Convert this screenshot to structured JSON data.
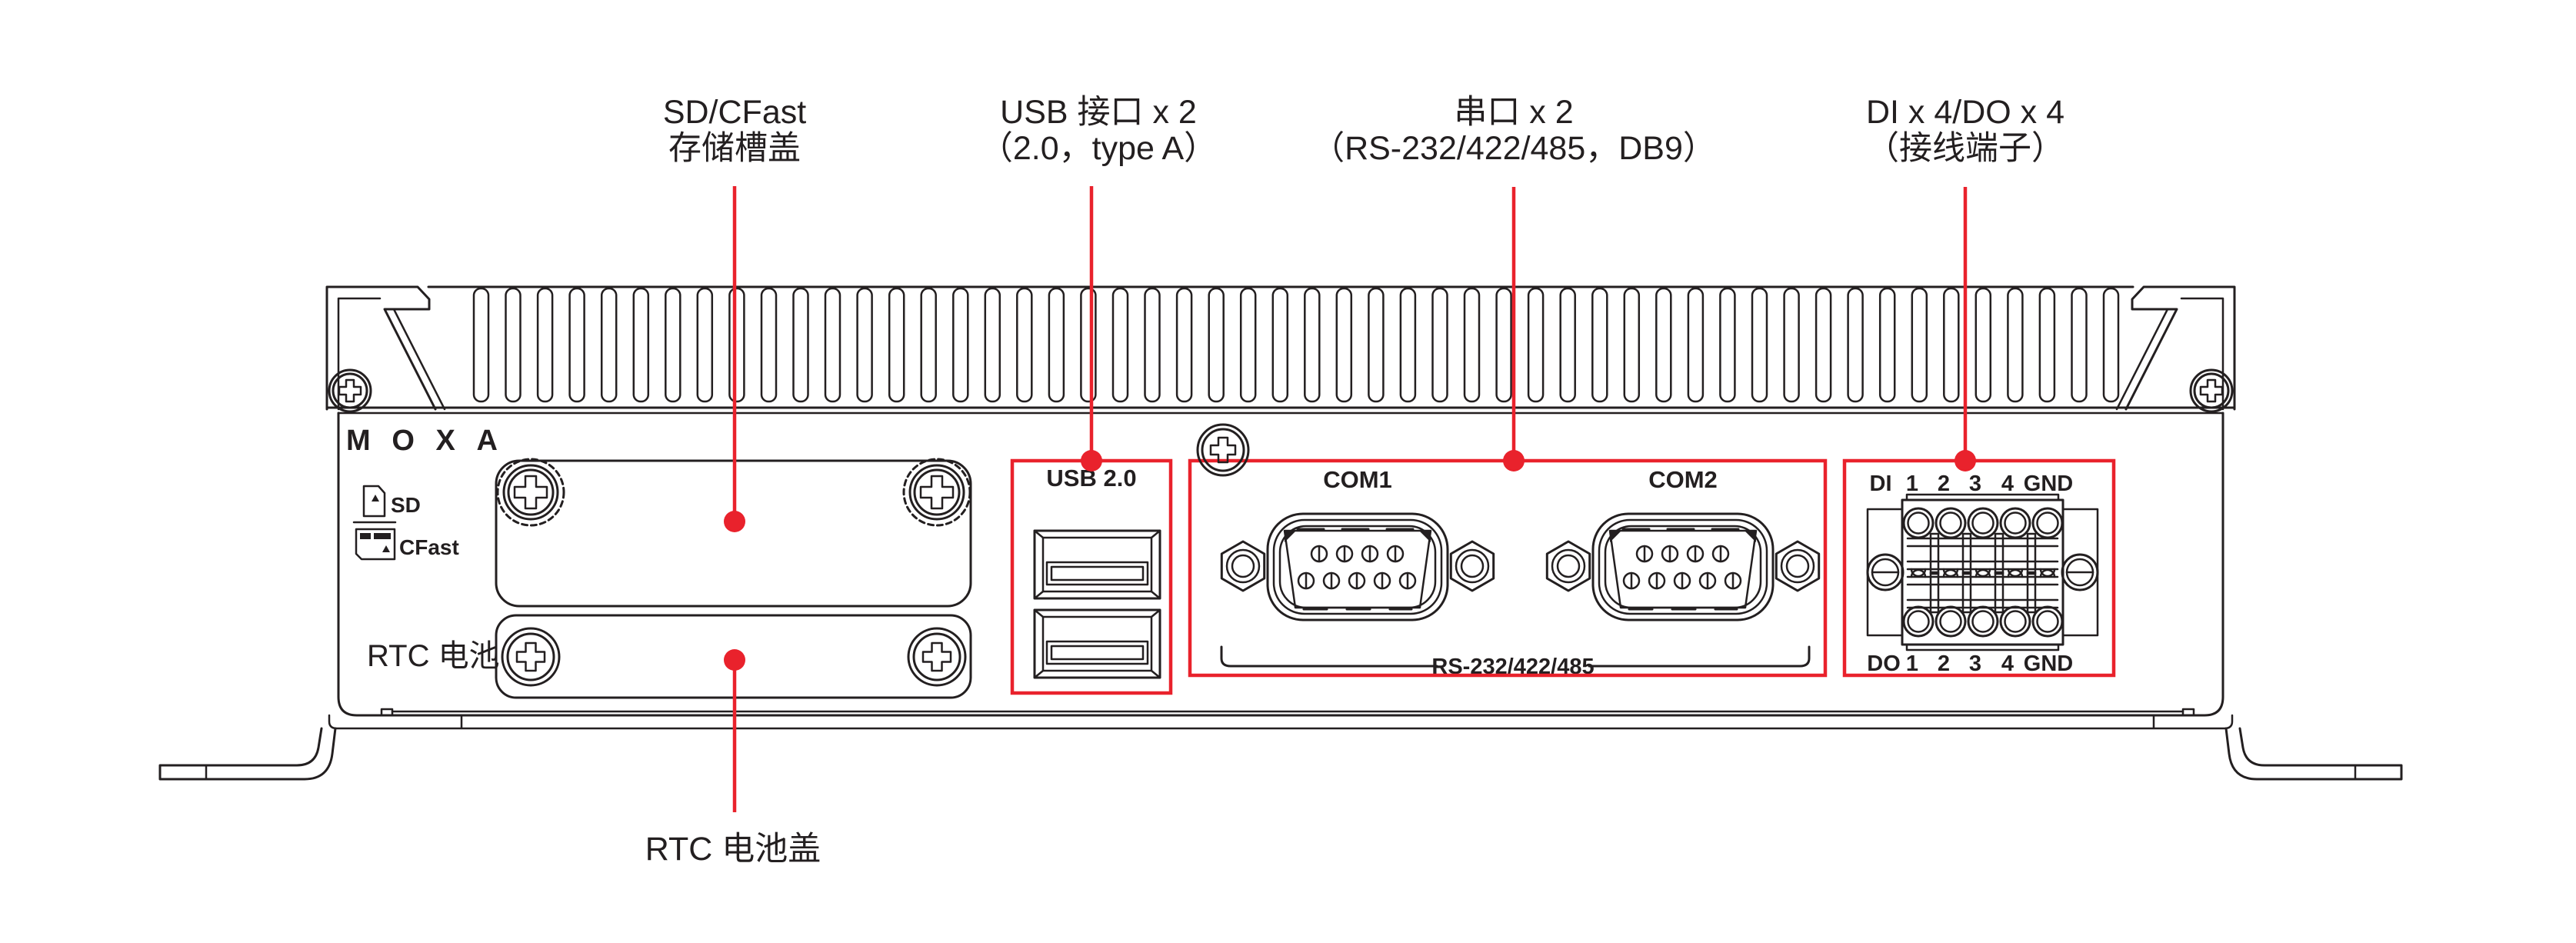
{
  "colors": {
    "accent_red": "#e9222c",
    "ink": "#231f20"
  },
  "device": {
    "brand_logo": "MOXA"
  },
  "callouts": {
    "storage": {
      "line1": "SD/CFast",
      "line2": "存储槽盖"
    },
    "usb": {
      "line1": "USB 接口 x 2",
      "line2": "（2.0，type A）"
    },
    "serial": {
      "line1": "串口 x 2",
      "line2": "（RS-232/422/485，DB9）"
    },
    "dio": {
      "line1": "DI x 4/DO x 4",
      "line2": "（接线端子）"
    },
    "rtc": {
      "label": "RTC 电池盖"
    }
  },
  "panel": {
    "storage": {
      "sd_icon_label": "SD",
      "cfast_icon_label": "CFast"
    },
    "rtc_battery_label": "RTC 电池",
    "usb": {
      "label": "USB 2.0"
    },
    "serial": {
      "com1": "COM1",
      "com2": "COM2",
      "standard": "RS-232/422/485"
    },
    "dio": {
      "di_row": [
        "DI",
        "1",
        "2",
        "3",
        "4",
        "GND"
      ],
      "do_row": [
        "DO",
        "1",
        "2",
        "3",
        "4",
        "GND"
      ]
    }
  }
}
